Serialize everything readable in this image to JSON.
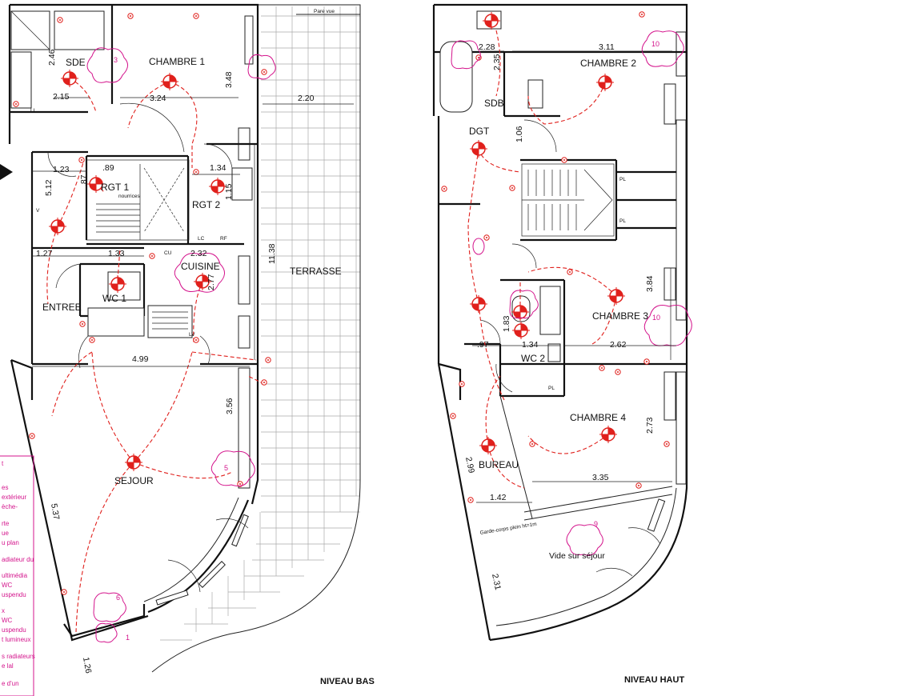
{
  "levels": {
    "lower": "NIVEAU BAS",
    "upper": "NIVEAU HAUT"
  },
  "rooms_lower": {
    "sde": "SDE",
    "chambre1": "CHAMBRE 1",
    "rgt1": "RGT 1",
    "nourrices": "nourrices",
    "rgt2": "RGT 2",
    "cuisine": "CUISINE",
    "wc1": "WC 1",
    "entree": "ENTREE",
    "sejour": "SEJOUR",
    "terrasse": "TERRASSE",
    "ll": "LL",
    "lc": "LC",
    "rf": "RF",
    "cu": "CU",
    "lv": "LV",
    "v": "V",
    "pare_vue": "Pare vue"
  },
  "rooms_upper": {
    "chambre2": "CHAMBRE 2",
    "sdb": "SDB",
    "dgt": "DGT",
    "chambre3": "CHAMBRE 3",
    "wc2": "WC 2",
    "chambre4": "CHAMBRE 4",
    "bureau": "BUREAU",
    "vide": "Vide sur séjour",
    "pl1": "PL",
    "pl2": "PL",
    "pl3": "PL",
    "gc_text": "Garde-corps plein ht=1m"
  },
  "dims_lower": {
    "d246": "2.46",
    "d215": "2.15",
    "d324": "3.24",
    "d348": "3.48",
    "d220": "2.20",
    "d123": "1.23",
    "d89": ".89",
    "d87": ".87",
    "d512": "5.12",
    "d134": "1.34",
    "d115": "1.15",
    "d127": "1.27",
    "d133": "1.33",
    "d232": "2.32",
    "d277": "2.77",
    "d1138": "11.38",
    "d499": "4.99",
    "d356": "3.56",
    "d537": "5.37",
    "d126": "1.26"
  },
  "dims_upper": {
    "d228": "2.28",
    "d235": "2.35",
    "d311": "3.11",
    "d106": "1.06",
    "d384": "3.84",
    "d183": "1.83",
    "d97": ".97",
    "d134": "1.34",
    "d262": "2.62",
    "d273": "2.73",
    "d299": "2.99",
    "d335": "3.35",
    "d142": "1.42",
    "d231": "2.31"
  },
  "circles": {
    "c3": "3",
    "c10a": "10",
    "c10b": "10",
    "c9": "9",
    "c5": "5",
    "c6": "6",
    "c1": "1"
  },
  "legend_lines": [
    "t",
    "es",
    "extérieur",
    "èche-",
    "rte",
    "ue",
    "u plan",
    "adiateur du",
    "ultimédia",
    "WC",
    "uspendu",
    "x",
    "WC",
    "uspendu",
    "t lumineux",
    "s radiateurs",
    "e lal",
    "e d'un"
  ],
  "colors": {
    "electrical": "#e0201c",
    "annotation": "#d4148c"
  }
}
